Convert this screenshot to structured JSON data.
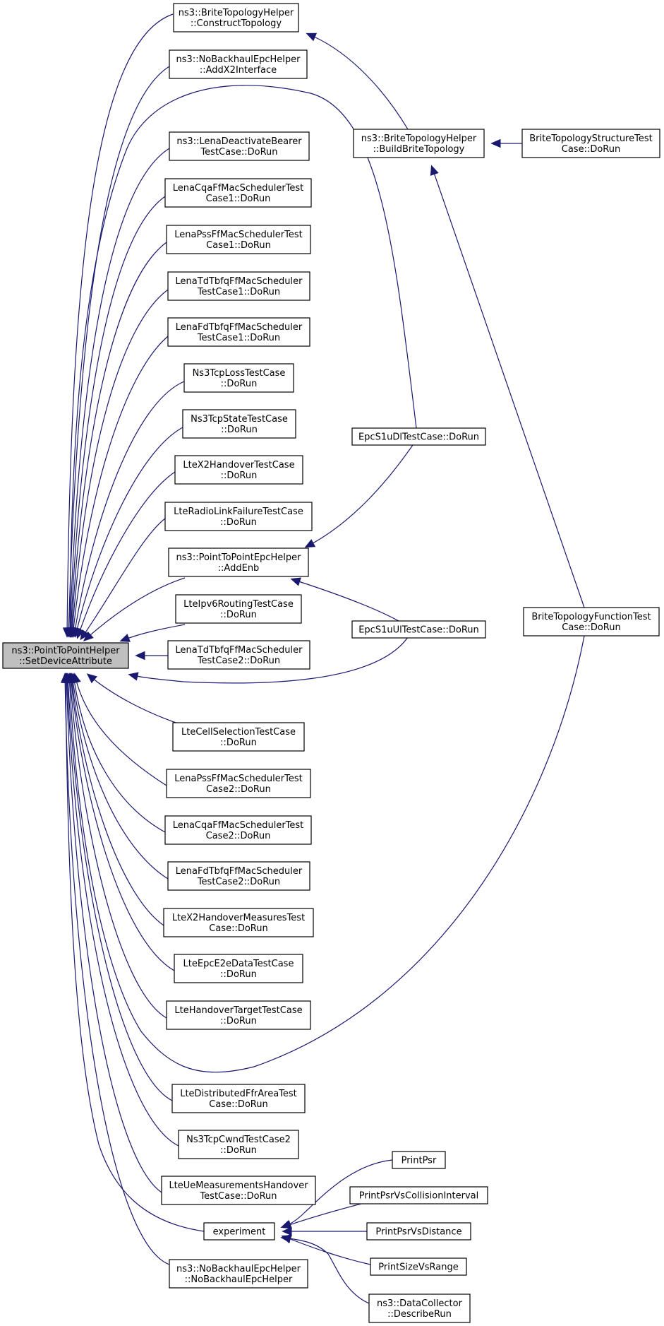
{
  "diagram": {
    "root": "set-device-attribute",
    "nodes": [
      {
        "id": "set-device-attribute",
        "lines": [
          "ns3::PointToPointHelper",
          "::SetDeviceAttribute"
        ]
      },
      {
        "id": "construct-topology",
        "lines": [
          "ns3::BriteTopologyHelper",
          "::ConstructTopology"
        ]
      },
      {
        "id": "add-x2-interface",
        "lines": [
          "ns3::NoBackhaulEpcHelper",
          "::AddX2Interface"
        ]
      },
      {
        "id": "lena-deactivate-bearer",
        "lines": [
          "ns3::LenaDeactivateBearer",
          "TestCase::DoRun"
        ]
      },
      {
        "id": "lena-cqa-1",
        "lines": [
          "LenaCqaFfMacSchedulerTest",
          "Case1::DoRun"
        ]
      },
      {
        "id": "lena-pss-1",
        "lines": [
          "LenaPssFfMacSchedulerTest",
          "Case1::DoRun"
        ]
      },
      {
        "id": "lena-td-tbfq-1",
        "lines": [
          "LenaTdTbfqFfMacScheduler",
          "TestCase1::DoRun"
        ]
      },
      {
        "id": "lena-fd-tbfq-1",
        "lines": [
          "LenaFdTbfqFfMacScheduler",
          "TestCase1::DoRun"
        ]
      },
      {
        "id": "ns3-tcp-loss",
        "lines": [
          "Ns3TcpLossTestCase",
          "::DoRun"
        ]
      },
      {
        "id": "ns3-tcp-state",
        "lines": [
          "Ns3TcpStateTestCase",
          "::DoRun"
        ]
      },
      {
        "id": "lte-x2-handover",
        "lines": [
          "LteX2HandoverTestCase",
          "::DoRun"
        ]
      },
      {
        "id": "lte-radio-link-failure",
        "lines": [
          "LteRadioLinkFailureTestCase",
          "::DoRun"
        ]
      },
      {
        "id": "p2p-epc-add-enb",
        "lines": [
          "ns3::PointToPointEpcHelper",
          "::AddEnb"
        ]
      },
      {
        "id": "lte-ipv6-routing",
        "lines": [
          "LteIpv6RoutingTestCase",
          "::DoRun"
        ]
      },
      {
        "id": "lena-td-tbfq-2",
        "lines": [
          "LenaTdTbfqFfMacScheduler",
          "TestCase2::DoRun"
        ]
      },
      {
        "id": "lte-cell-selection",
        "lines": [
          "LteCellSelectionTestCase",
          "::DoRun"
        ]
      },
      {
        "id": "lena-pss-2",
        "lines": [
          "LenaPssFfMacSchedulerTest",
          "Case2::DoRun"
        ]
      },
      {
        "id": "lena-cqa-2",
        "lines": [
          "LenaCqaFfMacSchedulerTest",
          "Case2::DoRun"
        ]
      },
      {
        "id": "lena-fd-tbfq-2",
        "lines": [
          "LenaFdTbfqFfMacScheduler",
          "TestCase2::DoRun"
        ]
      },
      {
        "id": "lte-x2-handover-measures",
        "lines": [
          "LteX2HandoverMeasuresTest",
          "Case::DoRun"
        ]
      },
      {
        "id": "lte-epc-e2e-data",
        "lines": [
          "LteEpcE2eDataTestCase",
          "::DoRun"
        ]
      },
      {
        "id": "lte-handover-target",
        "lines": [
          "LteHandoverTargetTestCase",
          "::DoRun"
        ]
      },
      {
        "id": "lte-distributed-ffr-area",
        "lines": [
          "LteDistributedFfrAreaTest",
          "Case::DoRun"
        ]
      },
      {
        "id": "ns3-tcp-cwnd-2",
        "lines": [
          "Ns3TcpCwndTestCase2",
          "::DoRun"
        ]
      },
      {
        "id": "lte-ue-measurements-handover",
        "lines": [
          "LteUeMeasurementsHandover",
          "TestCase::DoRun"
        ]
      },
      {
        "id": "experiment",
        "lines": [
          "experiment"
        ]
      },
      {
        "id": "no-backhaul-epc-helper",
        "lines": [
          "ns3::NoBackhaulEpcHelper",
          "::NoBackhaulEpcHelper"
        ]
      },
      {
        "id": "build-brite-topology",
        "lines": [
          "ns3::BriteTopologyHelper",
          "::BuildBriteTopology"
        ]
      },
      {
        "id": "epc-s1u-dl",
        "lines": [
          "EpcS1uDlTestCase::DoRun"
        ]
      },
      {
        "id": "epc-s1u-ul",
        "lines": [
          "EpcS1uUlTestCase::DoRun"
        ]
      },
      {
        "id": "brite-topology-structure",
        "lines": [
          "BriteTopologyStructureTest",
          "Case::DoRun"
        ]
      },
      {
        "id": "brite-topology-function",
        "lines": [
          "BriteTopologyFunctionTest",
          "Case::DoRun"
        ]
      },
      {
        "id": "print-psr",
        "lines": [
          "PrintPsr"
        ]
      },
      {
        "id": "print-psr-vs-collision",
        "lines": [
          "PrintPsrVsCollisionInterval"
        ]
      },
      {
        "id": "print-psr-vs-distance",
        "lines": [
          "PrintPsrVsDistance"
        ]
      },
      {
        "id": "print-size-vs-range",
        "lines": [
          "PrintSizeVsRange"
        ]
      },
      {
        "id": "data-collector-describe-run",
        "lines": [
          "ns3::DataCollector",
          "::DescribeRun"
        ]
      }
    ],
    "edges": [
      {
        "from": "construct-topology",
        "to": "set-device-attribute"
      },
      {
        "from": "add-x2-interface",
        "to": "set-device-attribute"
      },
      {
        "from": "epc-s1u-dl",
        "to": "set-device-attribute"
      },
      {
        "from": "lena-deactivate-bearer",
        "to": "set-device-attribute"
      },
      {
        "from": "lena-cqa-1",
        "to": "set-device-attribute"
      },
      {
        "from": "lena-pss-1",
        "to": "set-device-attribute"
      },
      {
        "from": "lena-td-tbfq-1",
        "to": "set-device-attribute"
      },
      {
        "from": "lena-fd-tbfq-1",
        "to": "set-device-attribute"
      },
      {
        "from": "ns3-tcp-loss",
        "to": "set-device-attribute"
      },
      {
        "from": "ns3-tcp-state",
        "to": "set-device-attribute"
      },
      {
        "from": "lte-x2-handover",
        "to": "set-device-attribute"
      },
      {
        "from": "lte-radio-link-failure",
        "to": "set-device-attribute"
      },
      {
        "from": "p2p-epc-add-enb",
        "to": "set-device-attribute"
      },
      {
        "from": "lte-ipv6-routing",
        "to": "set-device-attribute"
      },
      {
        "from": "lena-td-tbfq-2",
        "to": "set-device-attribute"
      },
      {
        "from": "epc-s1u-ul",
        "to": "set-device-attribute"
      },
      {
        "from": "lte-cell-selection",
        "to": "set-device-attribute"
      },
      {
        "from": "lena-pss-2",
        "to": "set-device-attribute"
      },
      {
        "from": "lena-cqa-2",
        "to": "set-device-attribute"
      },
      {
        "from": "lena-fd-tbfq-2",
        "to": "set-device-attribute"
      },
      {
        "from": "lte-x2-handover-measures",
        "to": "set-device-attribute"
      },
      {
        "from": "lte-epc-e2e-data",
        "to": "set-device-attribute"
      },
      {
        "from": "lte-handover-target",
        "to": "set-device-attribute"
      },
      {
        "from": "brite-topology-function",
        "to": "set-device-attribute"
      },
      {
        "from": "lte-distributed-ffr-area",
        "to": "set-device-attribute"
      },
      {
        "from": "ns3-tcp-cwnd-2",
        "to": "set-device-attribute"
      },
      {
        "from": "lte-ue-measurements-handover",
        "to": "set-device-attribute"
      },
      {
        "from": "experiment",
        "to": "set-device-attribute"
      },
      {
        "from": "no-backhaul-epc-helper",
        "to": "set-device-attribute"
      },
      {
        "from": "build-brite-topology",
        "to": "construct-topology"
      },
      {
        "from": "brite-topology-structure",
        "to": "build-brite-topology"
      },
      {
        "from": "brite-topology-function",
        "to": "build-brite-topology"
      },
      {
        "from": "epc-s1u-dl",
        "to": "p2p-epc-add-enb"
      },
      {
        "from": "epc-s1u-ul",
        "to": "p2p-epc-add-enb"
      },
      {
        "from": "print-psr",
        "to": "experiment"
      },
      {
        "from": "print-psr-vs-collision",
        "to": "experiment"
      },
      {
        "from": "print-psr-vs-distance",
        "to": "experiment"
      },
      {
        "from": "print-size-vs-range",
        "to": "experiment"
      },
      {
        "from": "data-collector-describe-run",
        "to": "experiment"
      }
    ]
  }
}
